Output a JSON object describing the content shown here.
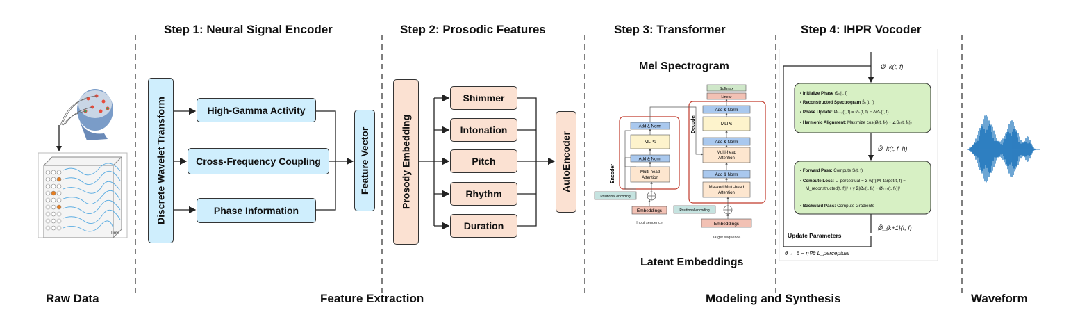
{
  "steps": {
    "s1": "Step 1: Neural Signal Encoder",
    "s2": "Step 2: Prosodic Features",
    "s3": "Step 3: Transformer",
    "s4": "Step 4: IHPR Vocoder"
  },
  "sections": {
    "raw": "Raw Data",
    "feature": "Feature Extraction",
    "modeling": "Modeling and Synthesis",
    "waveform": "Waveform"
  },
  "encoder": {
    "dwt": "Discrete Wavelet Transform",
    "hga": "High-Gamma Activity",
    "cfc": "Cross-Frequency Coupling",
    "phase": "Phase Information",
    "fv": "Feature Vector"
  },
  "prosody": {
    "embedding": "Prosody Embedding",
    "items": [
      "Shimmer",
      "Intonation",
      "Pitch",
      "Rhythm",
      "Duration"
    ],
    "autoencoder": "AutoEncoder"
  },
  "transformer": {
    "mel": "Mel Spectrogram",
    "latent": "Latent Embeddings",
    "encoder_label": "Encoder",
    "decoder_label": "Decoder",
    "softmax": "Softmax",
    "linear": "Linear",
    "add_norm": "Add & Norm",
    "mlps": "MLPs",
    "mha": "Multi-head Attention",
    "masked_mha": "Masked Multi-head Attention",
    "embeddings": "Embeddings",
    "pos_enc": "Positional encoding",
    "input_seq": "Input sequence",
    "target_seq": "Target sequence"
  },
  "vocoder": {
    "phi_top": "Ø_k(t, f)",
    "init": "Initialize Phase Ø₀(t, f)",
    "recon": "Reconstructed Spectrogram Ŝ_k(t, f)",
    "update": "Phase Update: Ø_{k+1}(t, f) = Ø_k(t, f) − ΔØ_k(t, f)",
    "harmonic": "Harmonic Alignment: Maximize cos(Ø(t, f_h) − ∠S_k(t, f_h))",
    "phi_mid": "Ø̂_k(t, f_h)",
    "forward": "Forward Pass: Compute S(t, f)",
    "loss": "Compute Loss: L_perceptual = Σ_{t,f} w(f)|M_target(t, f) − M_reconstructed(t, f)|² + γ Σ_{k=1}^{N} |Ø_k(t, f_h) − Ø_{k−1}(t, f_h)|²",
    "backward": "Backward Pass: Compute Gradients",
    "phi_bottom": "Ø̂_{k+1}(t, f)",
    "update_params": "Update Parameters",
    "theta": "θ ← θ − η∇θ L_perceptual"
  },
  "raw_data": {
    "time_label": "Time"
  },
  "colors": {
    "blue_fill": "#cfeefd",
    "peach_fill": "#fbe1d2",
    "green_fill": "#d7f0c4",
    "wave_blue": "#2f7fc1",
    "red_outline": "#c0392b"
  }
}
